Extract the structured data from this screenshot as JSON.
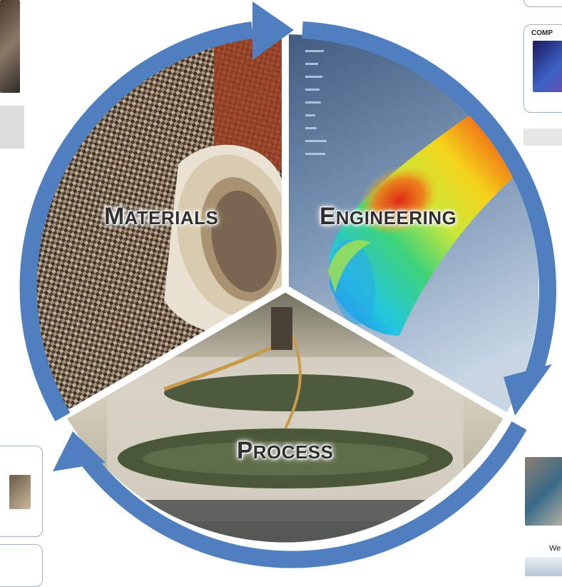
{
  "segments": [
    {
      "id": "materials",
      "label_cap": "M",
      "label_rest": "ATERIALS"
    },
    {
      "id": "engineering",
      "label_cap": "E",
      "label_rest": "NGINEERING"
    },
    {
      "id": "process",
      "label_cap": "P",
      "label_rest": "ROCESS"
    }
  ],
  "background_fragments": {
    "top_right_card_text": "COMP",
    "bottom_right_caption": "We"
  },
  "colors": {
    "arrow": "#4f7fbf",
    "arrow_edge": "#3d6aa8",
    "divider": "#ffffff",
    "label_text": "#2f2f2f"
  }
}
